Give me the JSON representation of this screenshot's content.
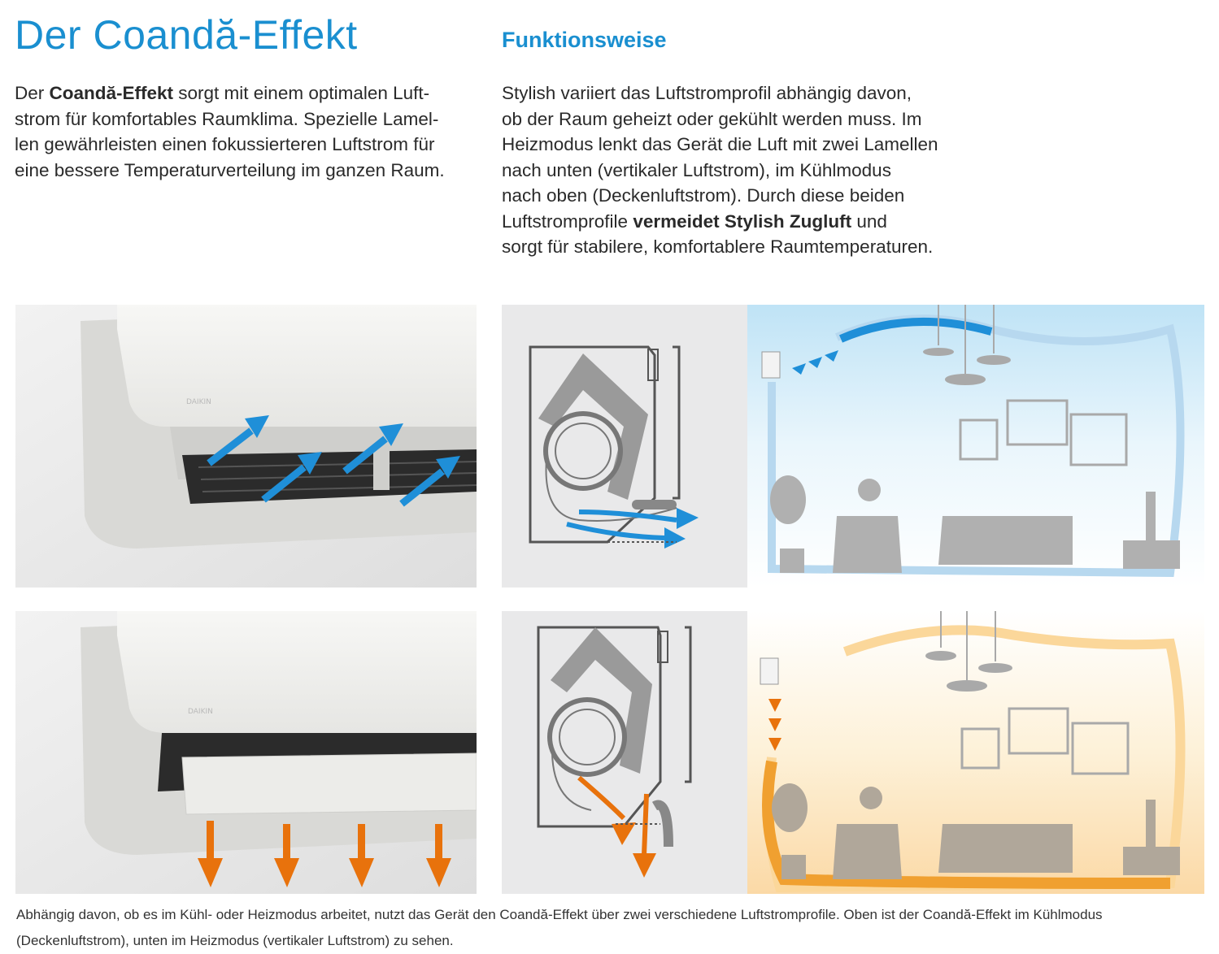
{
  "header": {
    "title": "Der Coandă-Effekt",
    "subtitle": "Funktionsweise"
  },
  "intro_left": {
    "lead": "Der ",
    "bold": "Coandă-Effekt",
    "l1": " sorgt mit einem optimalen Luft-",
    "l2": "strom für komfortables Raumklima. Spezielle Lamel-",
    "l3": "len gewährleisten einen fokussierteren Luftstrom für",
    "l4": "eine bessere Temperaturverteilung im ganzen Raum."
  },
  "intro_right": {
    "l1": "Stylish variiert das Luftstromprofil abhängig davon,",
    "l2": "ob der Raum geheizt oder gekühlt werden muss. Im",
    "l3": "Heizmodus lenkt das Gerät die Luft mit zwei Lamellen",
    "l4": "nach unten (vertikaler Luftstrom), im Kühlmodus",
    "l5": "nach oben (Deckenluftstrom). Durch diese beiden",
    "l6a": "Luftstromprofile ",
    "l6b": "vermeidet Stylish Zugluft",
    "l6c": " und",
    "l7": "sorgt für stabilere, komfortablere Raumtemperaturen."
  },
  "figures": {
    "brand_mark": "DAIKIN",
    "cool_color": "#1f8fd8",
    "heat_color": "#e8720c"
  },
  "caption": {
    "l1": "Abhängig davon, ob es im Kühl- oder Heizmodus arbeitet, nutzt das Gerät den Coandă-Effekt über zwei verschiedene Luftstromprofile. Oben ist der Coandă-Effekt im Kühlmodus",
    "l2": "(Deckenluftstrom), unten im Heizmodus (vertikaler Luftstrom) zu sehen."
  }
}
